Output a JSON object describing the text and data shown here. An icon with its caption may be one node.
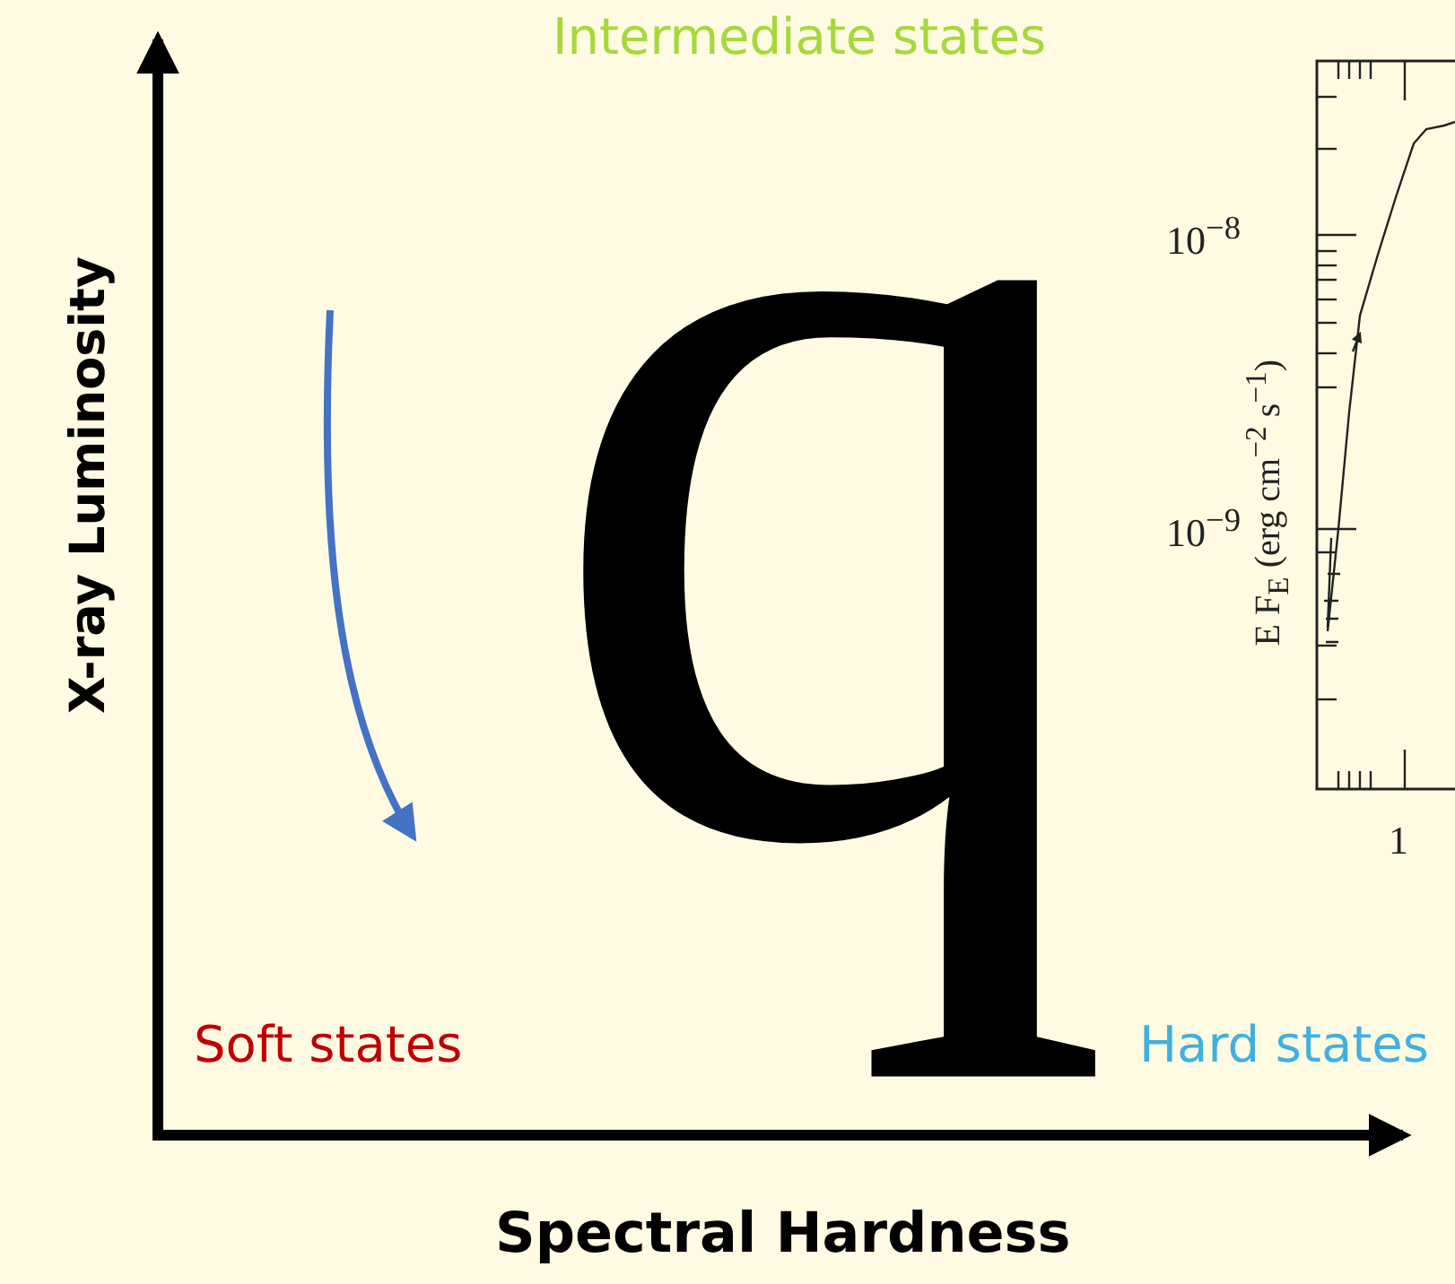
{
  "diagram": {
    "labels": [
      "Intermediate states",
      "X-ray Luminosity",
      "q",
      "10$^{−8}$",
      "10$^{−9}$",
      "E F$_{E}$ (erg cm$^{−2}$ s$^{−1}$)",
      "1",
      "Soft states",
      "Hard states",
      "Spectral Hardness"
    ]
  }
}
